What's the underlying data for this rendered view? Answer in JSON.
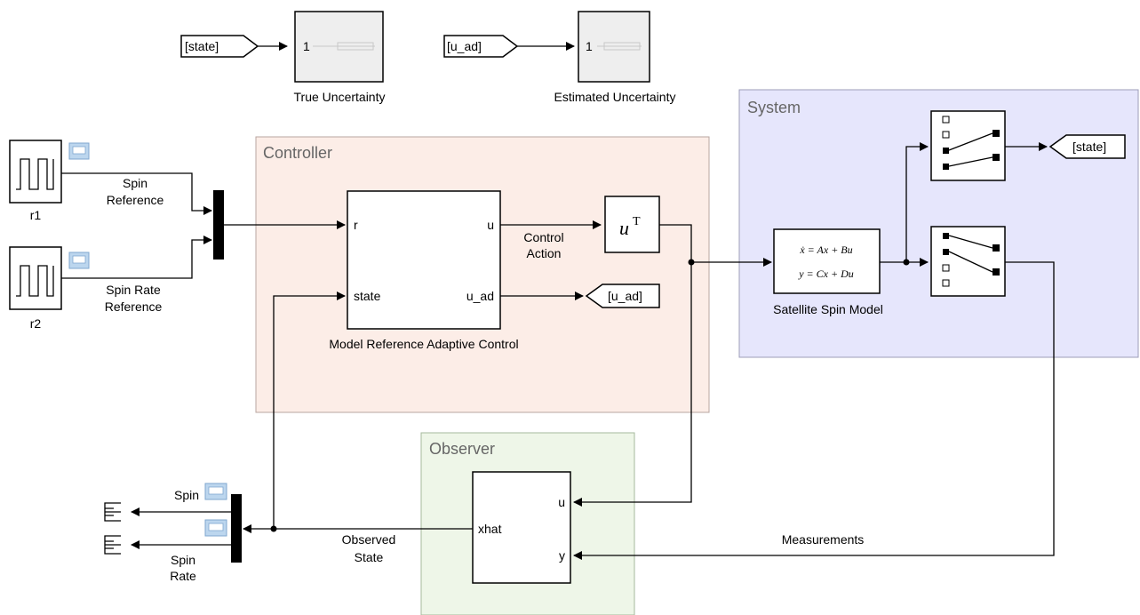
{
  "areas": {
    "controller": "Controller",
    "system": "System",
    "observer": "Observer"
  },
  "blocks": {
    "true_uncertainty": {
      "label": "True Uncertainty",
      "icon_text": "1"
    },
    "estimated_uncertainty": {
      "label": "Estimated Uncertainty",
      "icon_text": "1"
    },
    "r1": "r1",
    "r2": "r2",
    "mrac": {
      "label": "Model Reference Adaptive Control",
      "ports": {
        "r": "r",
        "state": "state",
        "u": "u",
        "u_ad": "u_ad"
      }
    },
    "transpose": {
      "base": "u",
      "sup": "T"
    },
    "satellite": {
      "label": "Satellite Spin Model",
      "eq1": "ẋ = Ax + Bu",
      "eq2": "y = Cx + Du"
    },
    "observer_block": {
      "ports": {
        "u": "u",
        "y": "y",
        "xhat": "xhat"
      }
    }
  },
  "goto_from": {
    "from_state": "[state]",
    "from_u_ad": "[u_ad]",
    "goto_state": "[state]",
    "goto_u_ad": "[u_ad]"
  },
  "signals": {
    "spin_reference": [
      "Spin",
      "Reference"
    ],
    "spin_rate_reference": [
      "Spin Rate",
      "Reference"
    ],
    "control_action": [
      "Control",
      "Action"
    ],
    "observed_state": [
      "Observed",
      "State"
    ],
    "measurements": "Measurements",
    "spin": "Spin",
    "spin_rate": [
      "Spin",
      "Rate"
    ]
  },
  "colors": {
    "controller_fill": "#fcede7",
    "controller_border": "#b9a6a0",
    "system_fill": "#e6e6fc",
    "system_border": "#9d9db9",
    "observer_fill": "#eef6e8",
    "observer_border": "#a6b99d",
    "scope_icon": "#bcd6ee"
  }
}
